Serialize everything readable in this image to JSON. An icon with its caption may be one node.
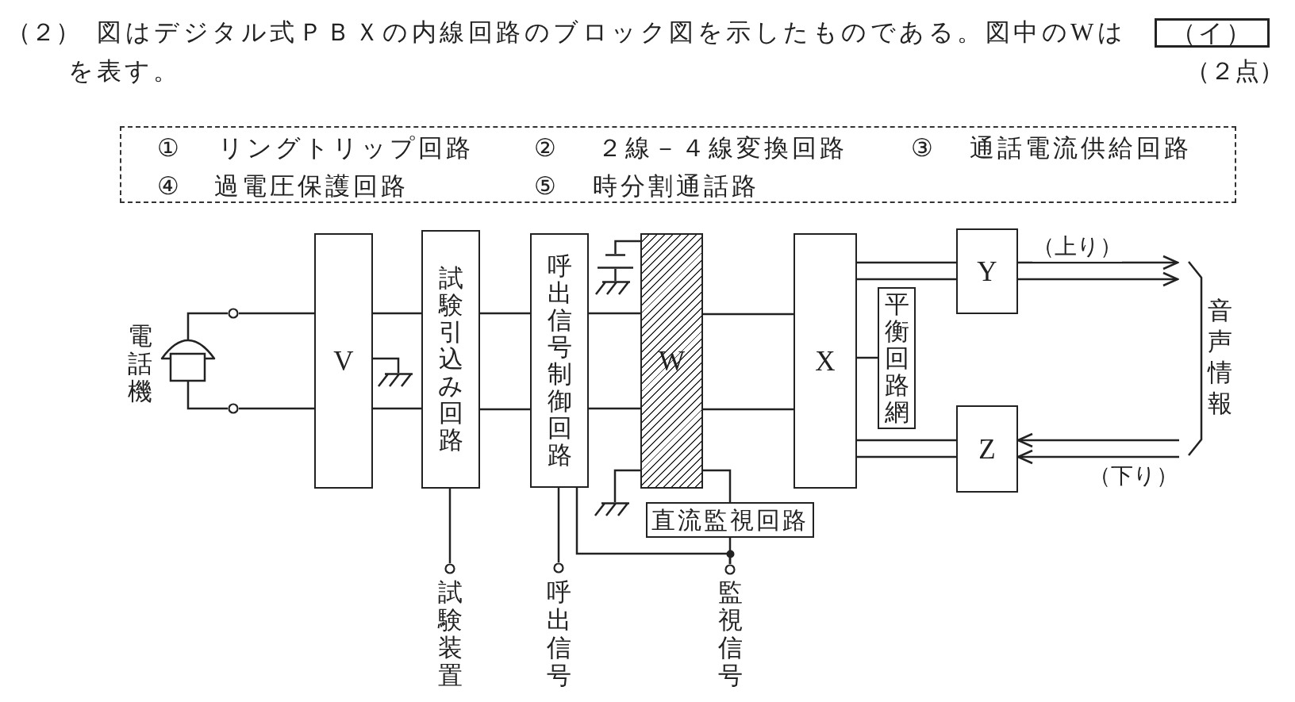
{
  "diagram": {
    "nodes": [
      {
        "text": [
          "（イ）"
        ]
      },
      {
        "text": [
          "①",
          "リングトリップ回路",
          "②",
          "２線－４線変換回路",
          "③",
          "通話電流供給回路",
          "④",
          "過電圧保護回路",
          "⑤",
          "時分割通話路"
        ]
      },
      {
        "text": [],
        "shape": "picture",
        "beside": [
          "電話機"
        ]
      },
      {
        "text": [],
        "shape": "circle"
      },
      {
        "text": [],
        "shape": "circle"
      },
      {
        "text": [
          "V"
        ]
      },
      {
        "text": [],
        "shape": "ground"
      },
      {
        "text": [
          "試験引込み回路"
        ]
      },
      {
        "text": [
          "呼出信号制御回路"
        ]
      },
      {
        "text": [],
        "shape": "capacitor"
      },
      {
        "text": [],
        "shape": "ground"
      },
      {
        "text": [
          "W"
        ]
      },
      {
        "text": [],
        "shape": "ground"
      },
      {
        "text": [
          "X"
        ]
      },
      {
        "text": [
          "平衡回路網"
        ]
      },
      {
        "text": [
          "Y"
        ]
      },
      {
        "text": [
          "Z"
        ]
      },
      {
        "text": [
          "直流監視回路"
        ]
      },
      {
        "text": [],
        "shape": "circle",
        "beside": [
          "試験装置"
        ]
      },
      {
        "text": [],
        "shape": "circle",
        "beside": [
          "呼出信号"
        ]
      },
      {
        "text": [],
        "shape": "circle",
        "beside": [
          "監視信号"
        ]
      }
    ],
    "edges": [
      {
        "from": 2,
        "to": 3,
        "arrow": "none"
      },
      {
        "from": 2,
        "to": 4,
        "arrow": "none"
      },
      {
        "from": 3,
        "to": 5,
        "arrow": "none"
      },
      {
        "from": 4,
        "to": 5,
        "arrow": "none"
      },
      {
        "from": 5,
        "to": 6,
        "arrow": "none"
      },
      {
        "from": 5,
        "to": 7,
        "arrow": "none"
      },
      {
        "from": 5,
        "to": 7,
        "arrow": "none"
      },
      {
        "from": 7,
        "to": 8,
        "arrow": "none"
      },
      {
        "from": 7,
        "to": 8,
        "arrow": "none"
      },
      {
        "from": 8,
        "to": 11,
        "arrow": "none"
      },
      {
        "from": 8,
        "to": 11,
        "arrow": "none"
      },
      {
        "from": 11,
        "to": 9,
        "arrow": "none"
      },
      {
        "from": 9,
        "to": 10,
        "arrow": "none"
      },
      {
        "from": 11,
        "to": 12,
        "arrow": "none"
      },
      {
        "from": 11,
        "to": 17,
        "arrow": "none"
      },
      {
        "from": 11,
        "to": 13,
        "arrow": "none"
      },
      {
        "from": 11,
        "to": 13,
        "arrow": "none"
      },
      {
        "from": 13,
        "to": 14,
        "arrow": "none"
      },
      {
        "from": 13,
        "to": 15,
        "arrow": "none"
      },
      {
        "from": 13,
        "to": 15,
        "arrow": "none"
      },
      {
        "from": 13,
        "to": 16,
        "arrow": "none"
      },
      {
        "from": 13,
        "to": 16,
        "arrow": "none"
      },
      {
        "from": 15,
        "to": null,
        "arrow": "to",
        "label": "（上り）"
      },
      {
        "from": 15,
        "to": null,
        "arrow": "to"
      },
      {
        "from": null,
        "to": 16,
        "arrow": "to"
      },
      {
        "from": null,
        "to": 16,
        "arrow": "to",
        "label": "（下り）"
      },
      {
        "from": 7,
        "to": 18,
        "arrow": "none"
      },
      {
        "from": 8,
        "to": 19,
        "arrow": "none"
      },
      {
        "from": 8,
        "to": 20,
        "arrow": "none"
      },
      {
        "from": 17,
        "to": 20,
        "arrow": "none"
      }
    ],
    "labels": [
      "（２）",
      "図はデジタル式ＰＢＸの内線回路のブロック図を示したものである。図中のWは",
      "を表す。",
      "（２点）",
      "音声情報"
    ]
  }
}
